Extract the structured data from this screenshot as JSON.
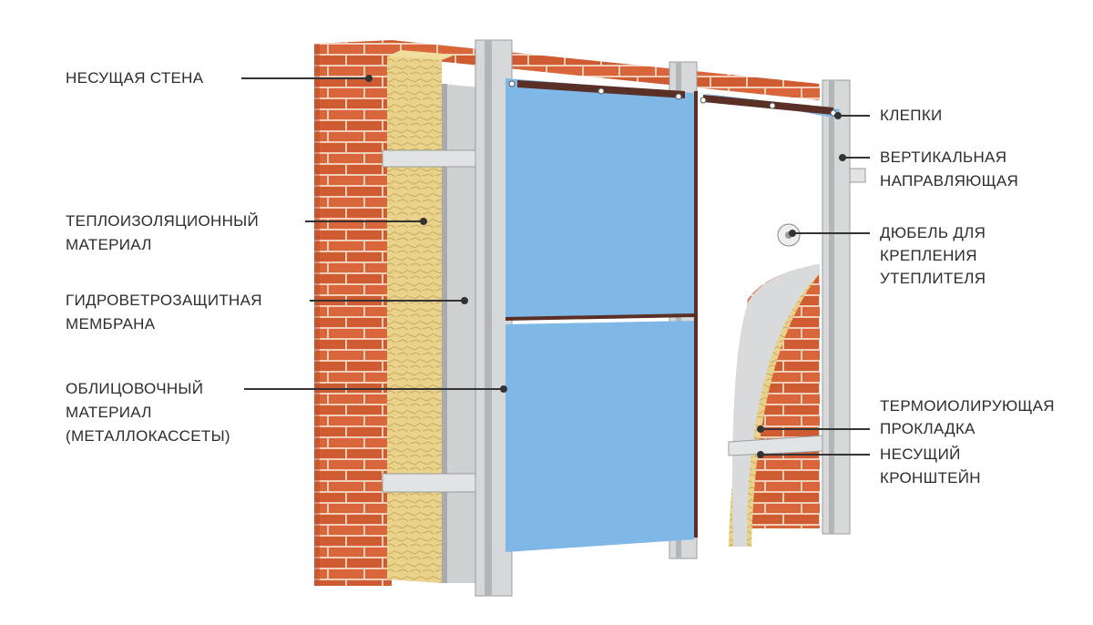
{
  "labels_left": [
    {
      "lines": [
        "НЕСУЩАЯ СТЕНА"
      ]
    },
    {
      "lines": [
        "ТЕПЛОИЗОЛЯЦИОННЫЙ",
        "МАТЕРИАЛ"
      ]
    },
    {
      "lines": [
        "ГИДРОВЕТРОЗАЩИТНАЯ",
        "МЕМБРАНА"
      ]
    },
    {
      "lines": [
        "ОБЛИЦОВОЧНЫЙ",
        "МАТЕРИАЛ",
        "(МЕТАЛЛОКАССЕТЫ)"
      ]
    }
  ],
  "labels_right": [
    {
      "lines": [
        "КЛЕПКИ"
      ]
    },
    {
      "lines": [
        "ВЕРТИКАЛЬНАЯ",
        "НАПРАВЛЯЮЩАЯ"
      ]
    },
    {
      "lines": [
        "ДЮБЕЛЬ ДЛЯ",
        "КРЕПЛЕНИЯ",
        "УТЕПЛИТЕЛЯ"
      ]
    },
    {
      "lines": [
        "ТЕРМОИОЛИРУЮЩАЯ",
        "ПРОКЛАДКА"
      ]
    },
    {
      "lines": [
        "НЕСУЩИЙ",
        "КРОНШТЕЙН"
      ]
    }
  ],
  "colors": {
    "brick": "#d9653b",
    "mortar": "#f3d2c0",
    "insulation": "#e6cf86",
    "membrane": "#c9c9c9",
    "rail": "#d4d6d8",
    "panel": "#7fb7e6",
    "leader": "#333333"
  }
}
